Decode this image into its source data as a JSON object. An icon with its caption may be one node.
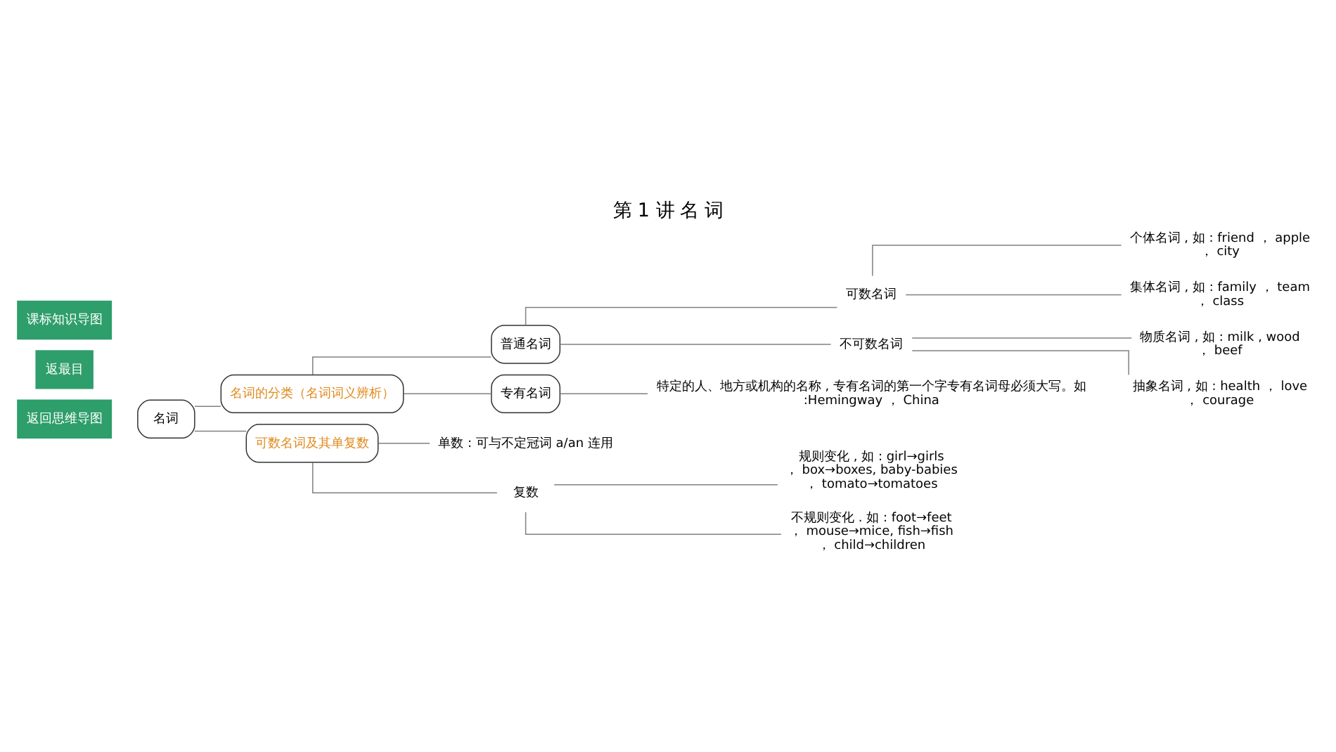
{
  "diagram": {
    "title": "第 1 讲 名 词",
    "nodes": [
      {
        "text": [
          "名词"
        ]
      },
      {
        "text": [
          "名词的分类（名词词义辨析）"
        ]
      },
      {
        "text": [
          "可数名词及其单复数"
        ]
      },
      {
        "text": [
          "普通名词"
        ]
      },
      {
        "text": [
          "专有名词"
        ]
      },
      {
        "text": [
          "可数名词"
        ]
      },
      {
        "text": [
          "不可数名词"
        ]
      },
      {
        "text": [
          "个体名词 , 如 : friend ， apple ， city"
        ]
      },
      {
        "text": [
          "集体名词 , 如 : family ， team ， class"
        ]
      },
      {
        "text": [
          "物质名词 , 如 : milk , wood ， beef"
        ]
      },
      {
        "text": [
          "抽象名词 , 如 : health ， love ， courage"
        ]
      },
      {
        "text": [
          "特定的人、地方或机构的名称 , 专有名词的第一个字专有名词母必须大写。如 :Hemingway ， China"
        ]
      },
      {
        "text": [
          "单数 : 可与不定冠词 a/an 连用"
        ]
      },
      {
        "text": [
          "复数"
        ]
      },
      {
        "text": [
          "规则变化 , 如 : girl→girls ， box→boxes, baby-babies ， tomato→tomatoes"
        ]
      },
      {
        "text": [
          "不规则变化 . 如 : foot→feet ， mouse→mice, fish→fish ， child→children"
        ]
      }
    ],
    "edges": [
      {
        "from": 0,
        "to": 1,
        "arrow": "none"
      },
      {
        "from": 0,
        "to": 2,
        "arrow": "none"
      },
      {
        "from": 1,
        "to": 3,
        "arrow": "none"
      },
      {
        "from": 1,
        "to": 4,
        "arrow": "none"
      },
      {
        "from": 3,
        "to": 5,
        "arrow": "none"
      },
      {
        "from": 3,
        "to": 6,
        "arrow": "none"
      },
      {
        "from": 5,
        "to": 7,
        "arrow": "none"
      },
      {
        "from": 5,
        "to": 8,
        "arrow": "none"
      },
      {
        "from": 6,
        "to": 9,
        "arrow": "none"
      },
      {
        "from": 6,
        "to": 10,
        "arrow": "none"
      },
      {
        "from": 4,
        "to": 11,
        "arrow": "none"
      },
      {
        "from": 2,
        "to": 12,
        "arrow": "none"
      },
      {
        "from": 2,
        "to": 13,
        "arrow": "none"
      },
      {
        "from": 13,
        "to": 14,
        "arrow": "none"
      },
      {
        "from": 13,
        "to": 15,
        "arrow": "none"
      }
    ],
    "labels": [
      "返回思维导图",
      "返最目",
      "课标知识导图"
    ]
  }
}
